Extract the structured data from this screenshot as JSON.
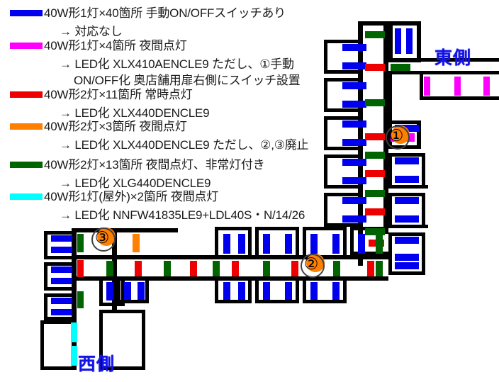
{
  "legend": {
    "items": [
      {
        "color": "#0000ee",
        "swatch_name": "blue",
        "main": "40W形1灯×40箇所  手動ON/OFFスイッチあり",
        "subs": [
          "→  対応なし"
        ]
      },
      {
        "color": "#ff00ff",
        "swatch_name": "magenta",
        "main": "40W形1灯×4箇所  夜間点灯",
        "subs": [
          "→  LED化  XLX410AENCLE9  ただし、①手動",
          "ON/OFF化  奥店舗用扉右側にスイッチ設置"
        ]
      },
      {
        "color": "#ee0000",
        "swatch_name": "red",
        "main": "40W形2灯×11箇所  常時点灯",
        "subs": [
          "→  LED化  XLX440DENCLE9"
        ]
      },
      {
        "color": "#ff7f00",
        "swatch_name": "orange",
        "main": "40W形2灯×3箇所  夜間点灯",
        "subs": [
          "→  LED化  XLX440DENCLE9  ただし、②,③廃止"
        ]
      },
      {
        "color": "#006400",
        "swatch_name": "dark-green",
        "main": "40W形2灯×13箇所  夜間点灯、非常灯付き",
        "subs": [
          "→  LED化  XLG440DENCLE9"
        ]
      },
      {
        "color": "#00ffff",
        "swatch_name": "cyan",
        "main": "40W形1灯(屋外)×2箇所  夜間点灯",
        "subs": [
          "→  LED化  NNFW41835LE9+LDL40S・N/14/26"
        ]
      }
    ],
    "codes": {
      "c1": "XLX410AENCLE9",
      "c2": "XLX440DENCLE9",
      "c3": "XLX440DENCLE9",
      "c4": "XLG440DENCLE9",
      "c5": "NNFW41835LE9+LDL40S・N/14/26"
    }
  },
  "plan": {
    "east_label": "東側",
    "west_label": "西側",
    "markers": [
      {
        "id": "1",
        "label": "①",
        "text": "1"
      },
      {
        "id": "2",
        "label": "②",
        "text": "2"
      },
      {
        "id": "3",
        "label": "③",
        "text": "3"
      }
    ],
    "colors": {
      "wall": "#000000",
      "blue": "#0000ee",
      "magenta": "#ff00ff",
      "red": "#ee0000",
      "orange": "#ff7f00",
      "green": "#006400",
      "cyan": "#00ffff",
      "label": "#1414e6"
    }
  }
}
